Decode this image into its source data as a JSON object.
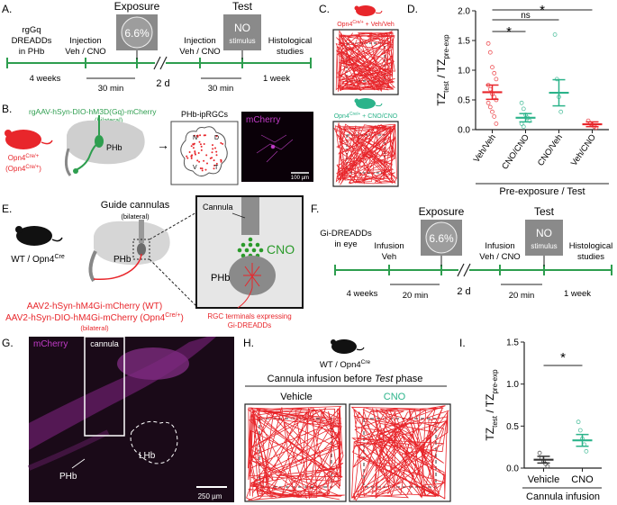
{
  "panels": {
    "A": "A.",
    "B": "B.",
    "C": "C.",
    "D": "D.",
    "E": "E.",
    "F": "F.",
    "G": "G.",
    "H": "H.",
    "I": "I."
  },
  "panel_a": {
    "intro": [
      "rgGq",
      "DREADDs",
      "in PHb"
    ],
    "injection1": [
      "Injection",
      "Veh / CNO"
    ],
    "exposure_label": "Exposure",
    "exposure_value": "6.6%",
    "test_label": "Test",
    "test_box": [
      "NO",
      "stimulus"
    ],
    "injection2": [
      "Injection",
      "Veh / CNO"
    ],
    "histology": [
      "Histological",
      "studies"
    ],
    "t_4weeks": "4 weeks",
    "t_30min_1": "30 min",
    "t_2d": "2 d",
    "t_30min_2": "30 min",
    "t_1week": "1 week"
  },
  "panel_b": {
    "virus": "rgAAV-hSyn-DIO-hM3D(Gq)-mCherry",
    "bilateral": "(bilateral)",
    "mouse_line": "Opn4",
    "mouse_line_sup": "Cre/+",
    "mouse_line2": "(Opn4",
    "mouse_line2_sup": "Cre/+",
    "mouse_line2_end": ")",
    "phb": "PHb",
    "box_title": "PHb-ipRGCs",
    "quadrants": [
      "N",
      "D",
      "V",
      "T"
    ],
    "mcherry": "mCherry",
    "scale": "100 µm"
  },
  "panel_c": {
    "label_top": "Opn4",
    "label_top_sup": "Cre/+",
    "label_top_end": " + Veh/Veh",
    "label_bottom": "Opn4",
    "label_bottom_sup": "Cre/+",
    "label_bottom_end": " + CNO/CNO"
  },
  "panel_e": {
    "guide": "Guide cannulas",
    "bilateral": "(bilateral)",
    "mouse": "WT / Opn4",
    "mouse_sup": "Cre",
    "phb": "PHb",
    "cannula": "Cannula",
    "cno": "CNO",
    "phb2": "PHb",
    "virus1": "AAV2-hSyn-hM4Gi-mCherry (WT)",
    "virus2": "AAV2-hSyn-DIO-hM4Gi-mCherry (Opn4",
    "virus2_sup": "Cre/+",
    "virus2_end": ")",
    "bilateral2": "(bilateral)",
    "rgc_note": [
      "RGC terminals expressing",
      "Gi-DREADDs"
    ]
  },
  "panel_f": {
    "intro": [
      "Gi-DREADDs",
      "in eye"
    ],
    "infusion1": [
      "Infusion",
      "Veh"
    ],
    "exposure_label": "Exposure",
    "exposure_value": "6.6%",
    "test_label": "Test",
    "test_box": [
      "NO",
      "stimulus"
    ],
    "infusion2": [
      "Infusion",
      "Veh / CNO"
    ],
    "histology": [
      "Histological",
      "studies"
    ],
    "t_4weeks": "4 weeks",
    "t_20min_1": "20 min",
    "t_2d": "2 d",
    "t_20min_2": "20 min",
    "t_1week": "1 week"
  },
  "panel_g": {
    "mcherry": "mCherry",
    "cannula": "cannula",
    "lhb": "LHb",
    "phb": "PHb",
    "scale": "250 µm"
  },
  "panel_h": {
    "mouse": "WT / Opn4",
    "mouse_sup": "Cre",
    "title_pre": "Cannula infusion before ",
    "title_em": "Test",
    "title_post": " phase",
    "vehicle": "Vehicle",
    "cno": "CNO"
  },
  "colors": {
    "green": "#2e9e4f",
    "red": "#e8262b",
    "teal": "#2bb38a",
    "magenta": "#c23bc8",
    "gray": "#808080"
  },
  "chart_data": [
    {
      "type": "scatter",
      "panel": "D",
      "ylabel_main": "TZ",
      "ylabel_sub1": "test",
      "ylabel_mid": " / TZ",
      "ylabel_sub2": "pre-exp",
      "xlabel": "Pre-exposure / Test",
      "ylim": [
        0,
        2.0
      ],
      "yticks": [
        "0.0",
        "0.5",
        "1.0",
        "1.5",
        "2.0"
      ],
      "categories": [
        "Veh/Veh",
        "CNO/CNO",
        "CNO/Veh",
        "Veh/CNO"
      ],
      "means": [
        0.63,
        0.2,
        0.62,
        0.09
      ],
      "sem": [
        0.12,
        0.07,
        0.22,
        0.04
      ],
      "points": [
        [
          1.45,
          1.3,
          1.05,
          0.95,
          0.85,
          0.75,
          0.68,
          0.6,
          0.55,
          0.5,
          0.45,
          0.38,
          0.3,
          0.22,
          0.1
        ],
        [
          0.45,
          0.35,
          0.25,
          0.2,
          0.15,
          0.1,
          0.05
        ],
        [
          1.6,
          0.85,
          0.55,
          0.3
        ],
        [
          0.15,
          0.1,
          0.08,
          0.05,
          0.03
        ]
      ],
      "colors": [
        "#e8262b",
        "#2bb38a",
        "#2bb38a",
        "#e8262b"
      ],
      "significance": [
        {
          "pair": [
            0,
            1
          ],
          "label": "*"
        },
        {
          "pair": [
            0,
            2
          ],
          "label": "ns"
        },
        {
          "pair": [
            0,
            3
          ],
          "label": "*"
        }
      ]
    },
    {
      "type": "scatter",
      "panel": "I",
      "ylabel_main": "TZ",
      "ylabel_sub1": "test",
      "ylabel_mid": " / TZ",
      "ylabel_sub2": "pre-exp",
      "xlabel": "Cannula infusion",
      "ylim": [
        0,
        1.5
      ],
      "yticks": [
        "0.0",
        "0.5",
        "1.0",
        "1.5"
      ],
      "categories": [
        "Vehicle",
        "CNO"
      ],
      "means": [
        0.1,
        0.33
      ],
      "sem": [
        0.04,
        0.07
      ],
      "points": [
        [
          0.18,
          0.12,
          0.08,
          0.05,
          0.02
        ],
        [
          0.55,
          0.45,
          0.35,
          0.28,
          0.2
        ]
      ],
      "colors": [
        "#333333",
        "#2bb38a"
      ],
      "significance": [
        {
          "pair": [
            0,
            1
          ],
          "label": "*"
        }
      ]
    }
  ]
}
